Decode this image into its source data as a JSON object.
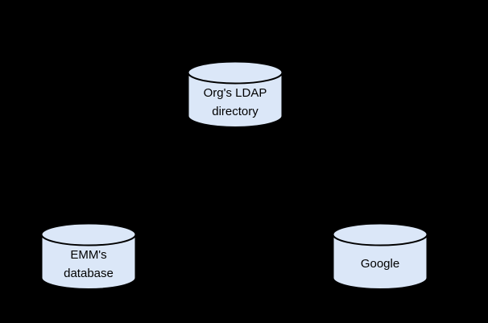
{
  "diagram": {
    "background_color": "#000000",
    "node_fill": "#dbe7f8",
    "node_stroke": "#000000",
    "nodes": [
      {
        "id": "ldap-directory",
        "label_line1": "Org's LDAP",
        "label_line2": "directory"
      },
      {
        "id": "emm-database",
        "label_line1": "EMM's",
        "label_line2": "database"
      },
      {
        "id": "google",
        "label_line1": "Google",
        "label_line2": ""
      }
    ]
  }
}
